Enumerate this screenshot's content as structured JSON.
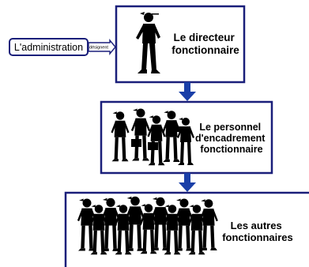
{
  "source": {
    "label": "L'administration"
  },
  "connector": {
    "label": "désignent"
  },
  "levels": [
    {
      "label_lines": [
        "Le directeur",
        "fonctionnaire"
      ]
    },
    {
      "label_lines": [
        "Le personnel",
        "d'encadrement",
        "fonctionnaire"
      ]
    },
    {
      "label_lines": [
        "Les autres",
        "fonctionnaires"
      ]
    }
  ],
  "colors": {
    "border": "#1a1f7a",
    "arrow": "#1a3fa8",
    "figure": "#000000"
  }
}
